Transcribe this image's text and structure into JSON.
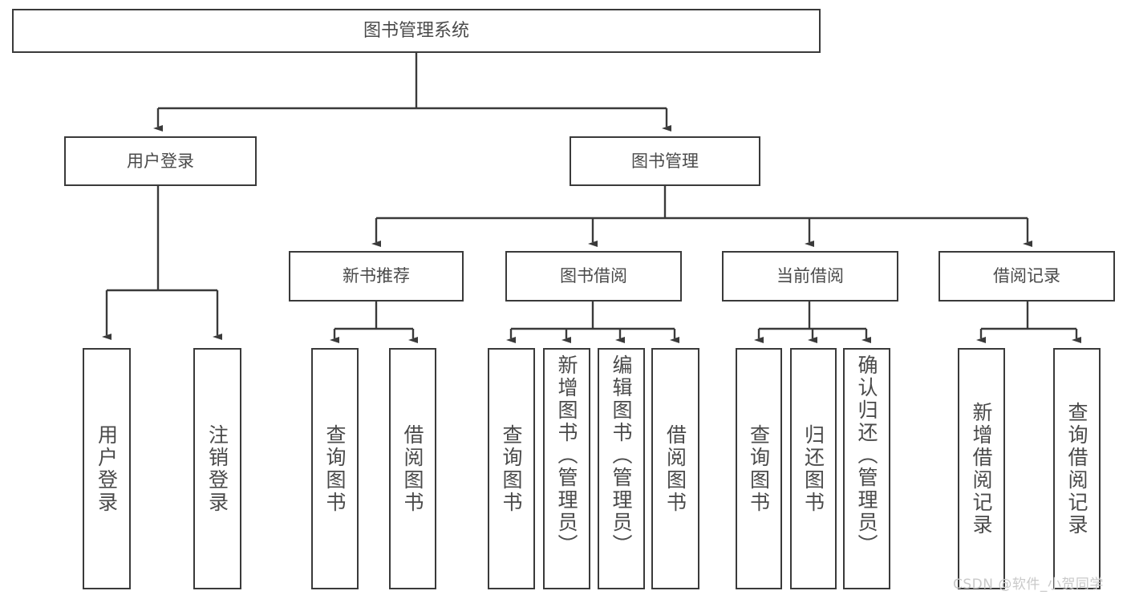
{
  "diagram": {
    "type": "tree",
    "title": "图书管理系统",
    "root": {
      "label": "图书管理系统"
    },
    "level2": [
      {
        "label": "用户登录"
      },
      {
        "label": "图书管理"
      }
    ],
    "level3": [
      {
        "label": "新书推荐"
      },
      {
        "label": "图书借阅"
      },
      {
        "label": "当前借阅"
      },
      {
        "label": "借阅记录"
      }
    ],
    "leaves": {
      "user_login": [
        {
          "label": "用户登录"
        },
        {
          "label": "注销登录"
        }
      ],
      "new_book_recommend": [
        {
          "label": "查询图书"
        },
        {
          "label": "借阅图书"
        }
      ],
      "book_borrow": [
        {
          "label": "查询图书"
        },
        {
          "label": "新增图书（管理员）"
        },
        {
          "label": "编辑图书（管理员）"
        },
        {
          "label": "借阅图书"
        }
      ],
      "current_borrow": [
        {
          "label": "查询图书"
        },
        {
          "label": "归还图书"
        },
        {
          "label": "确认归还（管理员）"
        }
      ],
      "borrow_record": [
        {
          "label": "新增借阅记录"
        },
        {
          "label": "查询借阅记录"
        }
      ]
    }
  },
  "watermark": {
    "text": "CSDN @软件_小贺同学"
  },
  "colors": {
    "background": "#ffffff",
    "box_border": "#3a3a3a",
    "text": "#4a4a4a",
    "connector": "#3a3a3a",
    "watermark": "#c9c9c9"
  }
}
